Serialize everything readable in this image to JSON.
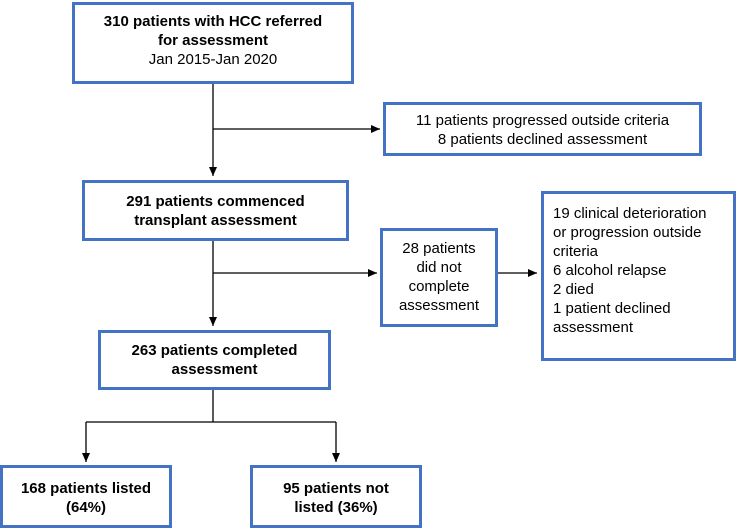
{
  "flowchart": {
    "referred": {
      "line1": "310 patients with HCC referred",
      "line2": "for assessment",
      "line3": "Jan 2015-Jan 2020"
    },
    "excluded_early": {
      "line1": "11 patients progressed outside criteria",
      "line2": "8 patients declined assessment"
    },
    "commenced": {
      "line1": "291 patients commenced",
      "line2": "transplant assessment"
    },
    "not_completed": {
      "line1": "28 patients",
      "line2": "did not",
      "line3": "complete",
      "line4": "assessment"
    },
    "not_completed_reasons": {
      "line1": "19 clinical deterioration",
      "line2": "or progression outside",
      "line3": "criteria",
      "line4": "6 alcohol relapse",
      "line5": "2 died",
      "line6": "1 patient declined",
      "line7": "assessment"
    },
    "completed": {
      "line1": "263 patients completed",
      "line2": "assessment"
    },
    "listed": {
      "line1": "168 patients listed",
      "line2": "(64%)"
    },
    "not_listed": {
      "line1": "95 patients not",
      "line2": "listed (36%)"
    }
  },
  "colors": {
    "box_border": "#4472c4",
    "arrow": "#000000"
  }
}
